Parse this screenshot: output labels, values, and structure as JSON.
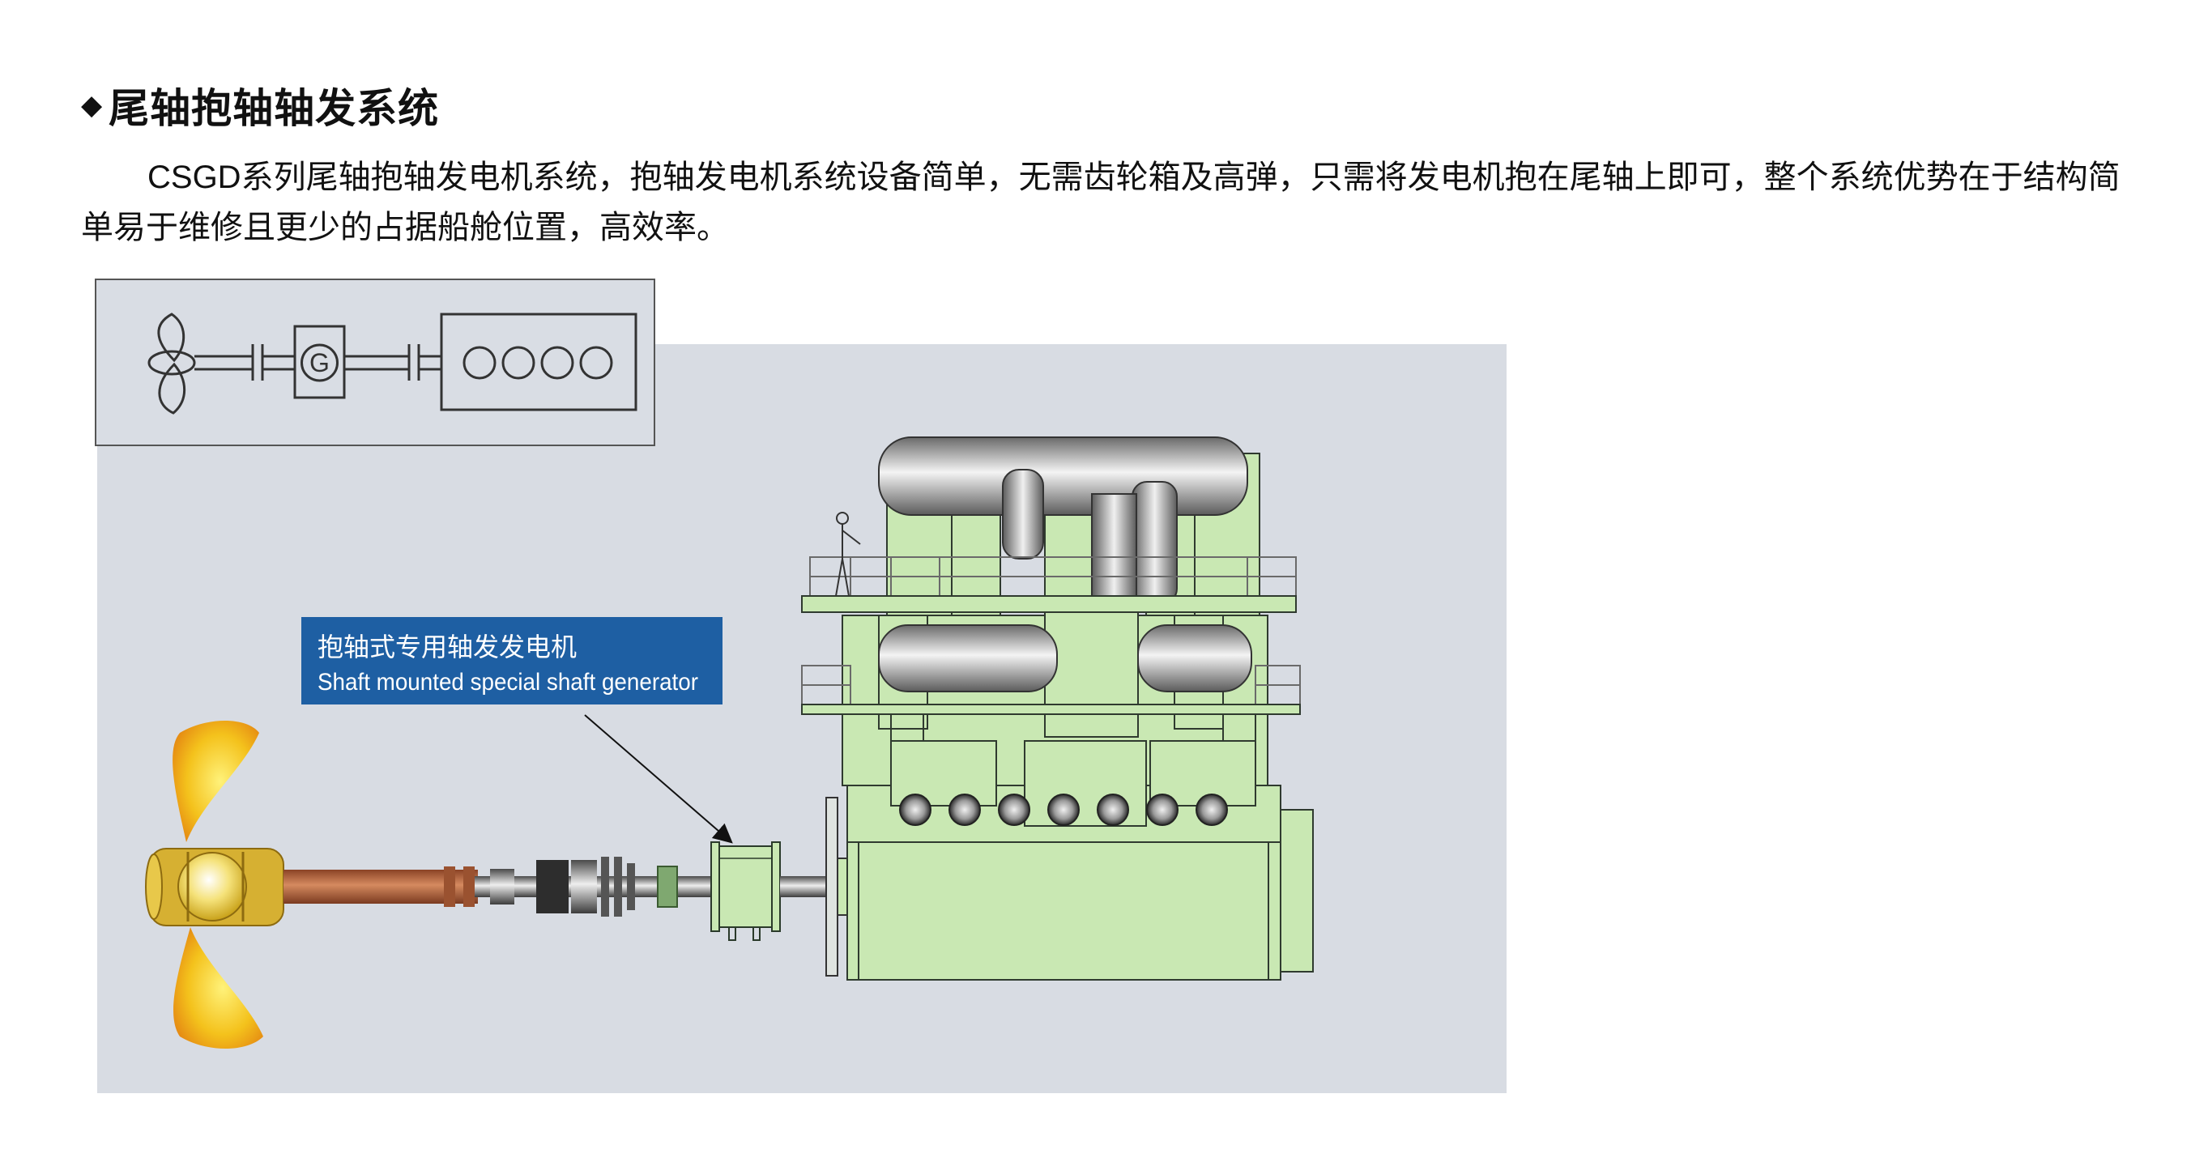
{
  "heading": {
    "bullet": "◆",
    "title": "尾轴抱轴轴发系统"
  },
  "description": "CSGD系列尾轴抱轴发电机系统，抱轴发电机系统设备简单，无需齿轮箱及高弹，只需将发电机抱在尾轴上即可，整个系统优势在于结构简单易于维修且更少的占据船舱位置，高效率。",
  "schematic": {
    "generator_symbol": "G"
  },
  "callout": {
    "label_cn": "抱轴式专用轴发发电机",
    "label_en": "Shaft mounted special shaft generator"
  },
  "colors": {
    "background_panel": "#d8dce3",
    "engine": "#c9e8b3",
    "propeller": "#f4c21c",
    "shaft": "#b76a45",
    "callout": "#1e5fa3"
  }
}
